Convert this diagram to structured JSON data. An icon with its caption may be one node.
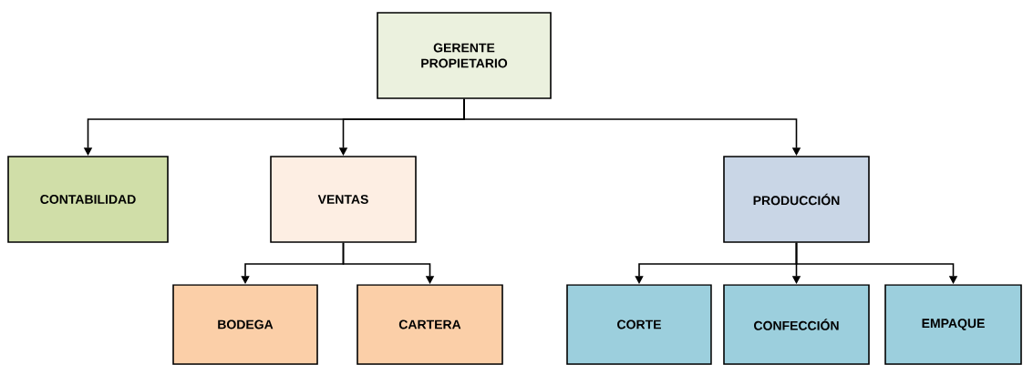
{
  "diagram": {
    "nodes": [
      {
        "text": [
          "GERENTE PROPIETARIO"
        ]
      },
      {
        "text": [
          "CONTABILIDAD"
        ]
      },
      {
        "text": [
          "VENTAS"
        ]
      },
      {
        "text": [
          "PRODUCCIÓN"
        ]
      },
      {
        "text": [
          "BODEGA"
        ]
      },
      {
        "text": [
          "CARTERA"
        ]
      },
      {
        "text": [
          "CORTE"
        ]
      },
      {
        "text": [
          "CONFECCIÓN"
        ]
      },
      {
        "text": [
          "EMPAQUE"
        ]
      }
    ],
    "edges": [
      {
        "from": 0,
        "to": 1,
        "arrow": "to"
      },
      {
        "from": 0,
        "to": 2,
        "arrow": "to"
      },
      {
        "from": 0,
        "to": 3,
        "arrow": "to"
      },
      {
        "from": 2,
        "to": 4,
        "arrow": "to"
      },
      {
        "from": 2,
        "to": 5,
        "arrow": "to"
      },
      {
        "from": 3,
        "to": 6,
        "arrow": "to"
      },
      {
        "from": 3,
        "to": 7,
        "arrow": "to"
      },
      {
        "from": 3,
        "to": 8,
        "arrow": "to"
      }
    ]
  }
}
